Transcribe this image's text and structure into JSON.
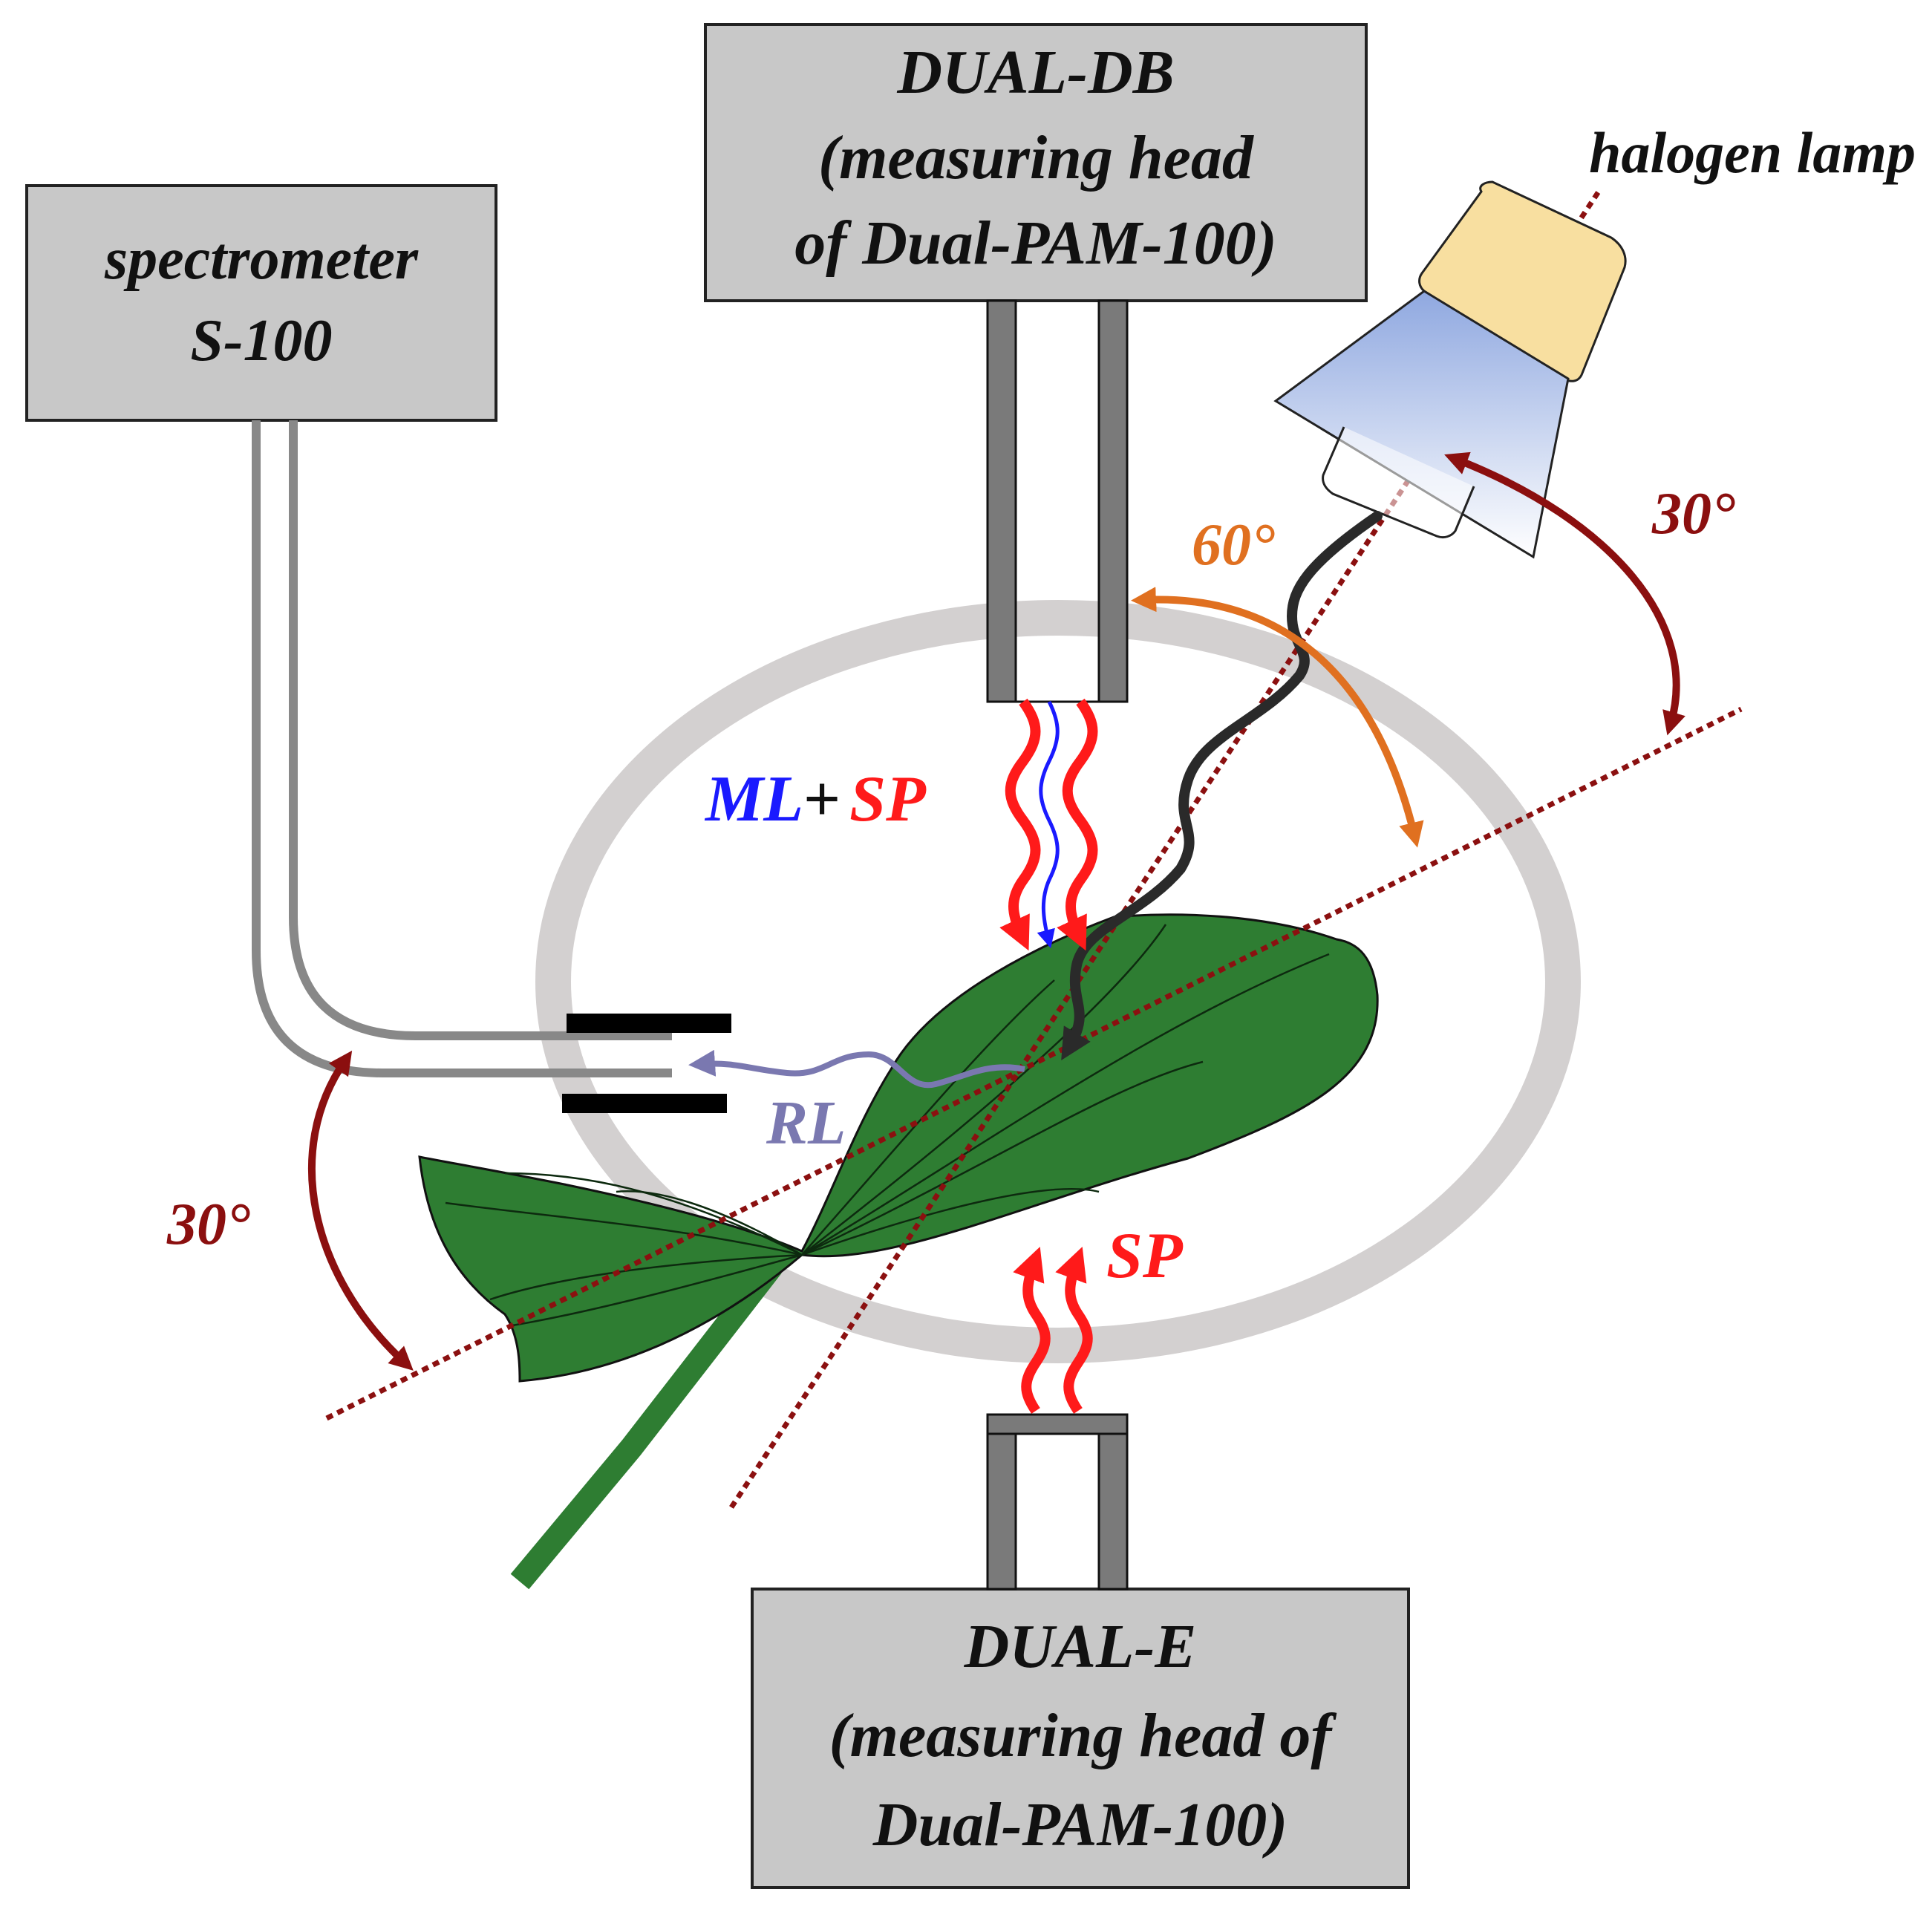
{
  "boxes": {
    "dual_db": {
      "lines": [
        "DUAL-DB",
        "(measuring head",
        "of Dual-PAM-100)"
      ]
    },
    "spectrometer": {
      "lines": [
        "spectrometer",
        "S-100"
      ]
    },
    "dual_e": {
      "lines": [
        "DUAL-E",
        "(measuring head of",
        "Dual-PAM-100)"
      ]
    }
  },
  "labels": {
    "halogen_lamp": "halogen lamp",
    "ml": "ML",
    "plus": "+",
    "sp_top": "SP",
    "sp_bottom": "SP",
    "rl": "RL",
    "angle_lamp": "30°",
    "angle_60": "60°",
    "angle_left": "30°"
  },
  "colors": {
    "box_fill": "#c8c8c8",
    "ring": "#d3d0d0",
    "leaf": "#2e7d32",
    "dotted_line": "#8b1010",
    "angle_arrow": "#8b0f0f",
    "orange_arrow": "#e07020",
    "sp_red": "#ff1a1a",
    "ml_blue": "#1a1aff",
    "rl_purple": "#7a78b0"
  }
}
